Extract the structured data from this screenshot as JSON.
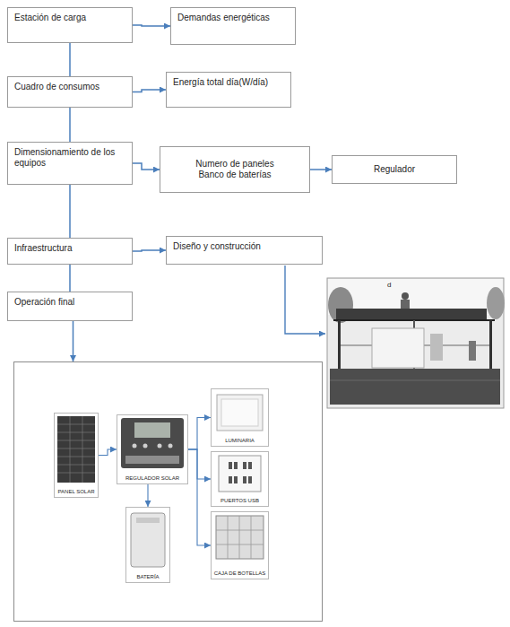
{
  "diagram": {
    "nodes": [
      {
        "text": [
          "Estación de carga"
        ]
      },
      {
        "text": [
          "Demandas energéticas"
        ]
      },
      {
        "text": [
          "Cuadro de consumos"
        ]
      },
      {
        "text": [
          "Energía total día(W/día)"
        ]
      },
      {
        "text": [
          "Dimensionamiento de los equipos"
        ]
      },
      {
        "text": [
          "Numero de paneles",
          "Banco de baterías"
        ]
      },
      {
        "text": [
          "Regulador"
        ]
      },
      {
        "text": [
          "Infraestructura"
        ]
      },
      {
        "text": [
          "Diseño y construcción"
        ]
      },
      {
        "text": [
          "Operación final"
        ]
      },
      {
        "text": []
      },
      {
        "text": [
          "PANEL SOLAR"
        ],
        "in": 10
      },
      {
        "text": [
          "REGULADOR SOLAR"
        ],
        "in": 10
      },
      {
        "text": [
          "BATERÍA"
        ],
        "in": 10
      },
      {
        "text": [
          "LUMINARIA"
        ],
        "in": 10
      },
      {
        "text": [
          "PUERTOS USB"
        ],
        "in": 10
      },
      {
        "text": [
          "CAJA DE BOTELLAS"
        ],
        "in": 10
      }
    ],
    "edges": [
      {
        "from": 0,
        "to": 1,
        "arrow": "to"
      },
      {
        "from": 0,
        "to": 2,
        "arrow": "none"
      },
      {
        "from": 2,
        "to": 3,
        "arrow": "to"
      },
      {
        "from": 2,
        "to": 4,
        "arrow": "none"
      },
      {
        "from": 4,
        "to": 5,
        "arrow": "to"
      },
      {
        "from": 5,
        "to": 6,
        "arrow": "to"
      },
      {
        "from": 4,
        "to": 7,
        "arrow": "none"
      },
      {
        "from": 7,
        "to": 8,
        "arrow": "to"
      },
      {
        "from": 7,
        "to": 9,
        "arrow": "none"
      },
      {
        "from": 9,
        "to": 10,
        "arrow": "to"
      },
      {
        "from": 11,
        "to": 12,
        "arrow": "to"
      },
      {
        "from": 12,
        "to": 13,
        "arrow": "to"
      },
      {
        "from": 12,
        "to": 14,
        "arrow": "to"
      },
      {
        "from": 12,
        "to": 15,
        "arrow": "to"
      },
      {
        "from": 12,
        "to": 16,
        "arrow": "to"
      }
    ],
    "labels": [
      "d"
    ]
  }
}
